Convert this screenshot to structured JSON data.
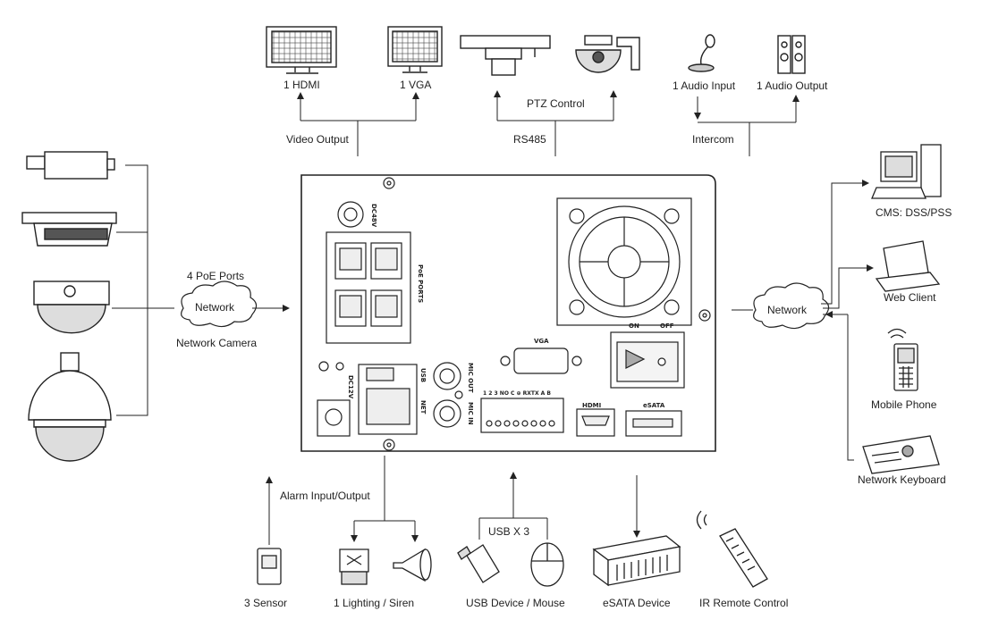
{
  "labels": {
    "hdmi": "1 HDMI",
    "vga_out": "1 VGA",
    "video_output": "Video Output",
    "ptz_control": "PTZ Control",
    "rs485": "RS485",
    "audio_input": "1 Audio Input",
    "audio_output": "1 Audio Output",
    "intercom": "Intercom",
    "poe_ports": "4 PoE Ports",
    "network_left": "Network",
    "network_camera": "Network Camera",
    "network_right": "Network",
    "cms": "CMS: DSS/PSS",
    "web_client": "Web Client",
    "mobile_phone": "Mobile Phone",
    "network_keyboard": "Network Keyboard",
    "alarm_io": "Alarm Input/Output",
    "usb_x3": "USB X 3",
    "sensor": "3 Sensor",
    "lighting_siren": "1 Lighting / Siren",
    "usb_device_mouse": "USB Device / Mouse",
    "esata_device": "eSATA Device",
    "ir_remote": "IR Remote Control"
  },
  "panel": {
    "dc48v": "DC48V",
    "poe_ports": "PoE PORTS",
    "vga": "VGA",
    "on": "ON",
    "off": "OFF",
    "usb": "USB",
    "net": "NET",
    "mic_out": "MIC OUT",
    "mic_in": "MIC IN",
    "dc12v": "DC12V",
    "terminal": "1 2 3 NO C ⊕ RXTX A B",
    "hdmi": "HDMI",
    "esata": "eSATA"
  },
  "icons": {
    "monitor": "monitor-icon",
    "ptz": "ptz-camera-icon",
    "mic": "microphone-icon",
    "speaker": "speaker-icon",
    "cloud": "cloud-icon",
    "pc": "desktop-pc-icon",
    "laptop": "laptop-icon",
    "phone": "mobile-phone-icon",
    "keyboard": "keyboard-icon",
    "sensor": "sensor-icon",
    "siren": "siren-icon",
    "usb": "usb-stick-icon",
    "mouse": "mouse-icon",
    "esata": "esata-device-icon",
    "remote": "remote-control-icon"
  }
}
